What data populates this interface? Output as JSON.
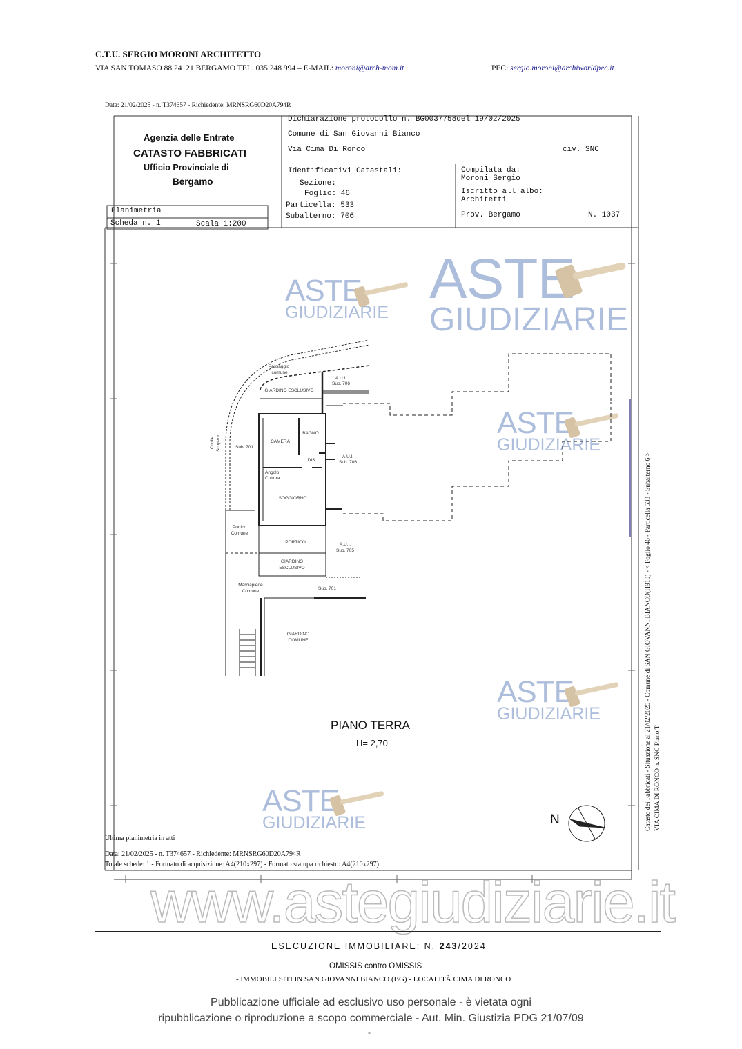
{
  "letterhead": {
    "name": "C.T.U. SERGIO MORONI ARCHITETTO",
    "address": "VIA SAN TOMASO 88 24121 BERGAMO TEL. 035 248 994 – E-MAIL:",
    "email": "moroni@arch-mom.it",
    "pec_label": "PEC:",
    "pec": "sergio.moroni@archiworldpec.it"
  },
  "cadastral": {
    "top_line": "Data: 21/02/2025 - n. T374657 - Richiedente: MRNSRG60D20A794R",
    "agency": "Agenzia delle Entrate",
    "catasto": "CATASTO FABBRICATI",
    "ufficio": "Ufficio Provinciale di",
    "provincia": "Bergamo",
    "dichiarazione": "Dichiarazione protocollo n. BG0037758del  19/02/2025",
    "comune": "Comune di San Giovanni Bianco",
    "via": "Via Cima Di Ronco",
    "civ": "civ. SNC",
    "identificativi": "Identificativi Catastali:",
    "sezione": "Sezione:",
    "foglio": "Foglio: 46",
    "particella": "Particella: 533",
    "subalterno": "Subalterno: 706",
    "compilata": "Compilata da:",
    "compilatore": "Moroni Sergio",
    "iscritto": "Iscritto all'albo:",
    "albo": "Architetti",
    "prov": "Prov. Bergamo",
    "numero": "N. 1037",
    "planimetria": "Planimetria",
    "scheda": "Scheda n. 1",
    "scala": "Scala 1:200",
    "side_text_1": "Catasto dei Fabbricati - Situazione al 21/02/2025 - Comune di SAN GIOVANNI BIANCO(H910) - < Foglio 46 - Particella 533 - Subalterno 6 >",
    "side_text_2": "VIA CIMA DI RONCO n. SNC Piano T",
    "ultima": "Ultima planimetria in atti",
    "footer_data": "Data: 21/02/2025 - n. T374657 - Richiedente: MRNSRG60D20A794R",
    "footer_totale": "Totale schede: 1 - Formato di acquisizione: A4(210x297)  - Formato stampa richiesto: A4(210x297)"
  },
  "plan": {
    "labels": {
      "passaggio": "Passaggio",
      "comune": "comune",
      "giardino_esclusivo_top": "GIARDINO ESCLUSIVO",
      "aui_top": "A.U.I.",
      "sub706_top": "Sub. 706",
      "camera": "CAMERA",
      "bagno": "BAGNO",
      "dis": "DIS.",
      "aui_mid": "A.U.I.",
      "sub706_mid": "Sub. 706",
      "angolo": "Angolo",
      "cottura": "Cottura",
      "soggiorno": "SOGGIORNO",
      "cortile": "Cortile",
      "scoperto": "Scoperto",
      "sub701_left": "Sub. 701",
      "portico_comune_1": "Portico",
      "portico_comune_2": "Comune",
      "portico": "PORTICO",
      "aui_low": "A.U.I.",
      "sub705": "Sub. 705",
      "giardino_esclusivo_1": "GIARDINO",
      "giardino_esclusivo_2": "ESCLUSIVO",
      "marciapiede_1": "Marciapiede",
      "marciapiede_2": "Comune",
      "sub701_low": "Sub. 701",
      "giardino_comune_1": "GIARDINO",
      "giardino_comune_2": "COMUNE"
    },
    "piano": "PIANO TERRA",
    "altezza": "H= 2,70",
    "north": "N"
  },
  "watermark": {
    "aste": "ASTE",
    "giudiziarie": "GIUDIZIARIE",
    "site": "www.astegiudiziarie.it"
  },
  "footer": {
    "esecuzione_prefix": "ESECUZIONE IMMOBILIARE: N.",
    "esecuzione_num": "243",
    "esecuzione_year": "/2024",
    "parti": "OMISSIS contro OMISSIS",
    "immobili": "- IMMOBILI SITI IN SAN GIOVANNI BIANCO (BG) - LOCALITÀ CIMA DI RONCO",
    "pubblicazione_1": "Pubblicazione ufficiale ad esclusivo uso personale - è vietata ogni",
    "pubblicazione_2": "ripubblicazione o riproduzione a scopo commerciale - Aut. Min. Giustizia PDG 21/07/09",
    "dash": "-"
  },
  "colors": {
    "watermark": "#9fb3d6",
    "link": "#1a1a8c"
  }
}
